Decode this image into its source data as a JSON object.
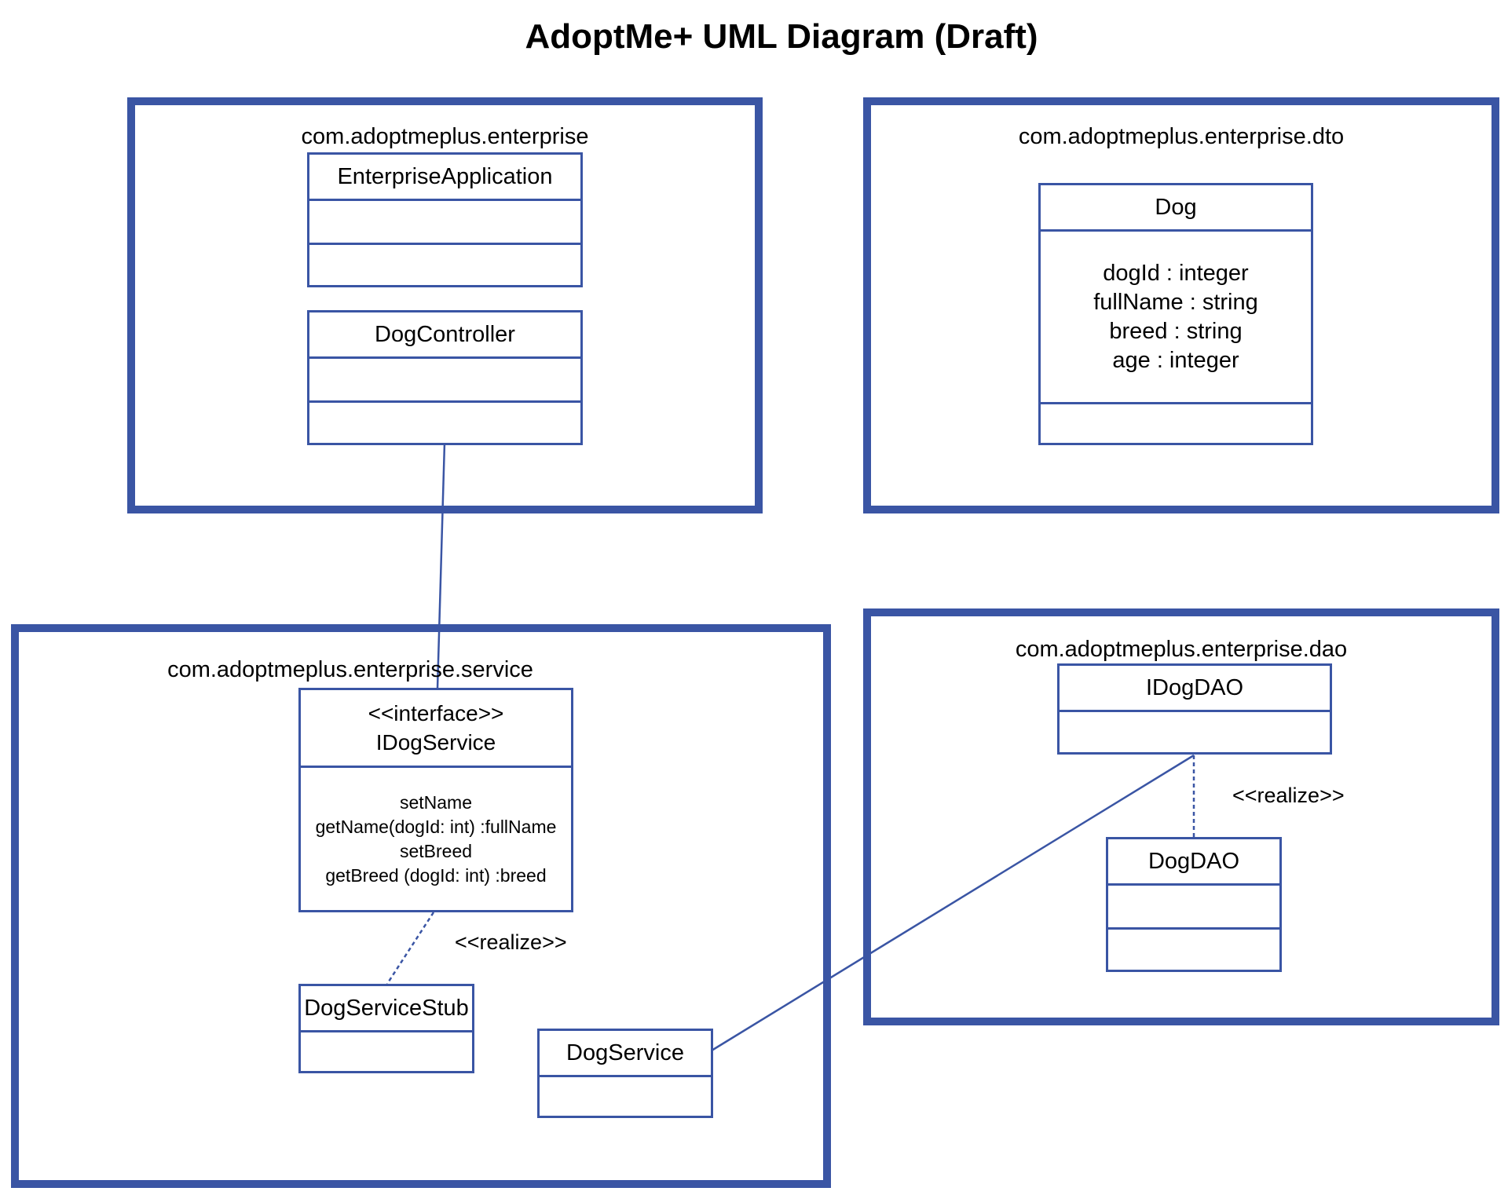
{
  "title": "AdoptMe+ UML Diagram (Draft)",
  "colors": {
    "accent": "#3a55a4"
  },
  "packages": {
    "enterprise": {
      "label": "com.adoptmeplus.enterprise"
    },
    "dto": {
      "label": "com.adoptmeplus.enterprise.dto"
    },
    "service": {
      "label": "com.adoptmeplus.enterprise.service"
    },
    "dao": {
      "label": "com.adoptmeplus.enterprise.dao"
    }
  },
  "classes": {
    "enterprise_application": {
      "name": "EnterpriseApplication"
    },
    "dog_controller": {
      "name": "DogController"
    },
    "dog": {
      "name": "Dog",
      "attributes": [
        "dogId : integer",
        "fullName : string",
        "breed : string",
        "age : integer"
      ]
    },
    "idog_service": {
      "stereotype": "<<interface>>",
      "name": "IDogService",
      "operations": [
        "setName",
        "getName(dogId: int) :fullName",
        "setBreed",
        "getBreed (dogId: int) :breed"
      ]
    },
    "dog_service_stub": {
      "name": "DogServiceStub"
    },
    "dog_service": {
      "name": "DogService"
    },
    "idog_dao": {
      "name": "IDogDAO"
    },
    "dog_dao": {
      "name": "DogDAO"
    }
  },
  "notes": {
    "realize_service": "<<realize>>",
    "realize_dao": "<<realize>>"
  }
}
